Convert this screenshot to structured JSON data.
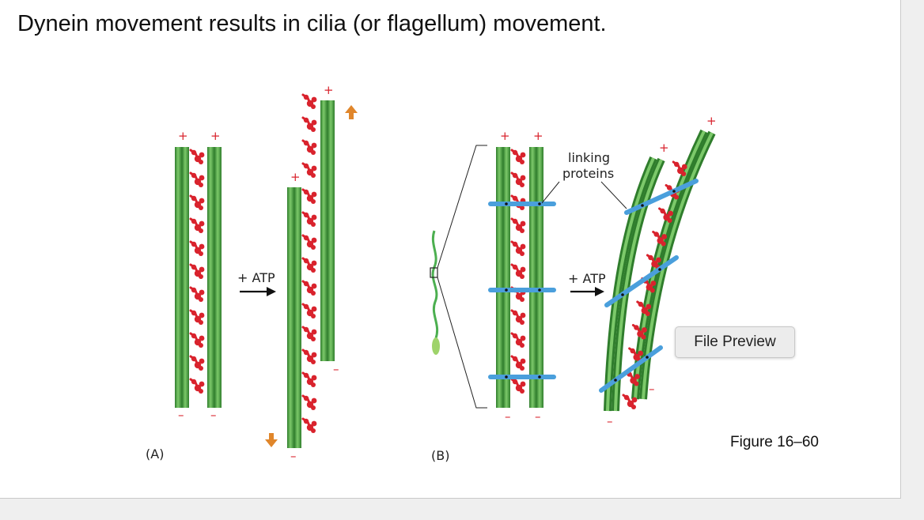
{
  "slide": {
    "title": "Dynein movement results in cilia (or flagellum) movement.",
    "caption": "Figure 16–60"
  },
  "panels": {
    "a_label": "(A)",
    "b_label": "(B)"
  },
  "labels": {
    "plus": "+",
    "minus": "–",
    "atp": "+ ATP",
    "linking_line1": "linking",
    "linking_line2": "proteins"
  },
  "tooltip": {
    "label": "File Preview"
  },
  "colors": {
    "microtubule": "#3f9a3c",
    "dynein": "#d9232d",
    "linker": "#4a9fdc",
    "arrow_orange": "#e0862b",
    "flagellum": "#4caf50"
  }
}
